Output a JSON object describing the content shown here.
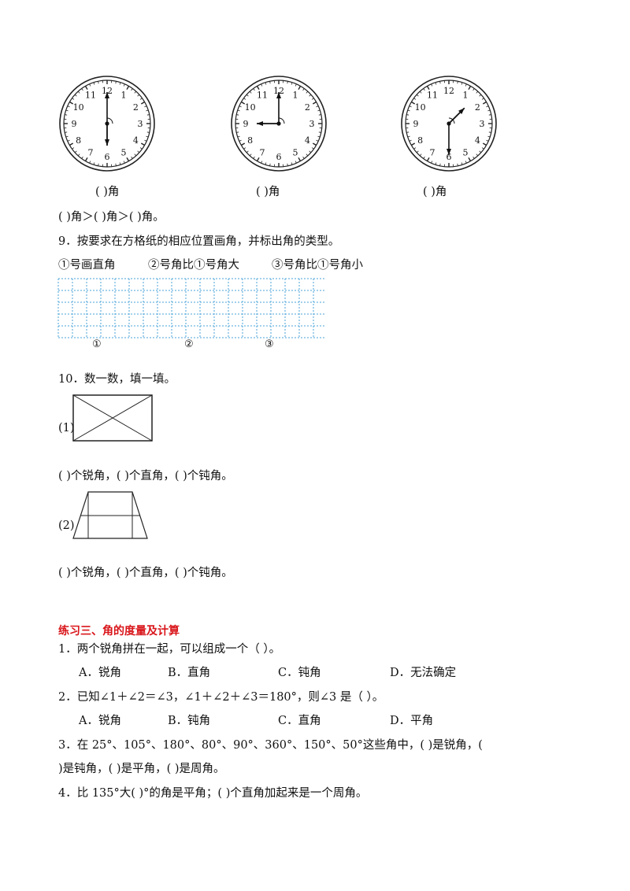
{
  "clocks": {
    "dial_numbers": [
      "12",
      "1",
      "2",
      "3",
      "4",
      "5",
      "6",
      "7",
      "8",
      "9",
      "10",
      "11"
    ],
    "items": [
      {
        "label": "(          )角",
        "hour": 6,
        "minute": 0
      },
      {
        "label": "(          )角",
        "hour": 9,
        "minute": 0
      },
      {
        "label": "(          )角",
        "hour": 1,
        "minute": 30
      }
    ]
  },
  "compare_line": "(          )角＞(          )角＞(          )角。",
  "q9": {
    "title": "9．按要求在方格纸的相应位置画角，并标出角的类型。",
    "requirements": [
      "①号画直角",
      "②号角比①号角大",
      "③号角比①号角小"
    ],
    "grid_markers": [
      "①",
      "②",
      "③"
    ]
  },
  "q10": {
    "title": "10．数一数，填一填。",
    "part1_label": "(1)",
    "part1_answer": "(          )个锐角，(          )个直角，(          )个钝角。",
    "part2_label": "(2)",
    "part2_answer": "(          )个锐角，(          )个直角，(          )个钝角。"
  },
  "section3": {
    "heading": "练习三、角的度量及计算",
    "q1": {
      "text": "1．两个锐角拼在一起，可以组成一个（    ）。",
      "options": [
        "A．锐角",
        "B．直角",
        "C．钝角",
        "D．无法确定"
      ]
    },
    "q2": {
      "text": "2．已知∠1＋∠2＝∠3，∠1＋∠2＋∠3＝180°，则∠3 是（    ）。",
      "options": [
        "A．锐角",
        "B．钝角",
        "C．直角",
        "D．平角"
      ]
    },
    "q3": {
      "line1": "3．在 25°、105°、180°、80°、90°、360°、150°、50°这些角中，(             )是锐角，(",
      "line2": ")是钝角，(             )是平角，(             )是周角。"
    },
    "q4": {
      "text": "4．比 135°大(             )°的角是平角；(             )个直角加起来是一个周角。"
    }
  }
}
